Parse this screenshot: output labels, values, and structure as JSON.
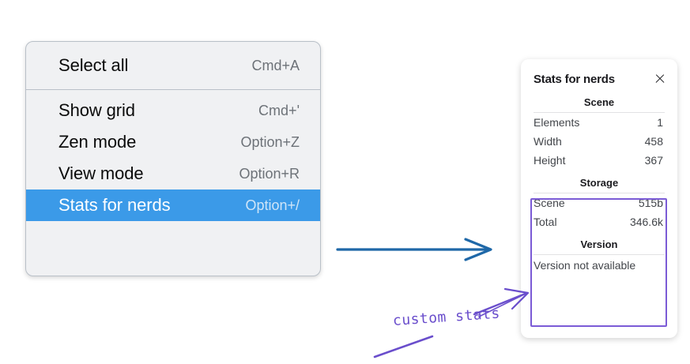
{
  "context_menu": {
    "name": "canvas-context-menu",
    "groups": [
      {
        "items": [
          {
            "label": "Select all",
            "shortcut": "Cmd+A",
            "selected": false
          }
        ]
      },
      {
        "items": [
          {
            "label": "Show grid",
            "shortcut": "Cmd+'",
            "selected": false
          },
          {
            "label": "Zen mode",
            "shortcut": "Option+Z",
            "selected": false
          },
          {
            "label": "View mode",
            "shortcut": "Option+R",
            "selected": false
          },
          {
            "label": "Stats for nerds",
            "shortcut": "Option+/",
            "selected": true
          }
        ]
      }
    ],
    "selected_bg": "#3b9ae8",
    "menu_bg": "#f0f1f3"
  },
  "stats_panel": {
    "title": "Stats for nerds",
    "close_icon": "close-icon",
    "sections": [
      {
        "heading": "Scene",
        "rows": [
          {
            "key": "Elements",
            "value": "1"
          },
          {
            "key": "Width",
            "value": "458"
          },
          {
            "key": "Height",
            "value": "367"
          }
        ]
      },
      {
        "heading": "Storage",
        "rows": [
          {
            "key": "Scene",
            "value": "515b"
          },
          {
            "key": "Total",
            "value": "346.6k"
          }
        ]
      },
      {
        "heading": "Version",
        "single": "Version not available"
      }
    ]
  },
  "annotations": {
    "custom_stats_label": "custom stats",
    "purple": "#6a4ecc",
    "blue": "#1f68a8"
  }
}
